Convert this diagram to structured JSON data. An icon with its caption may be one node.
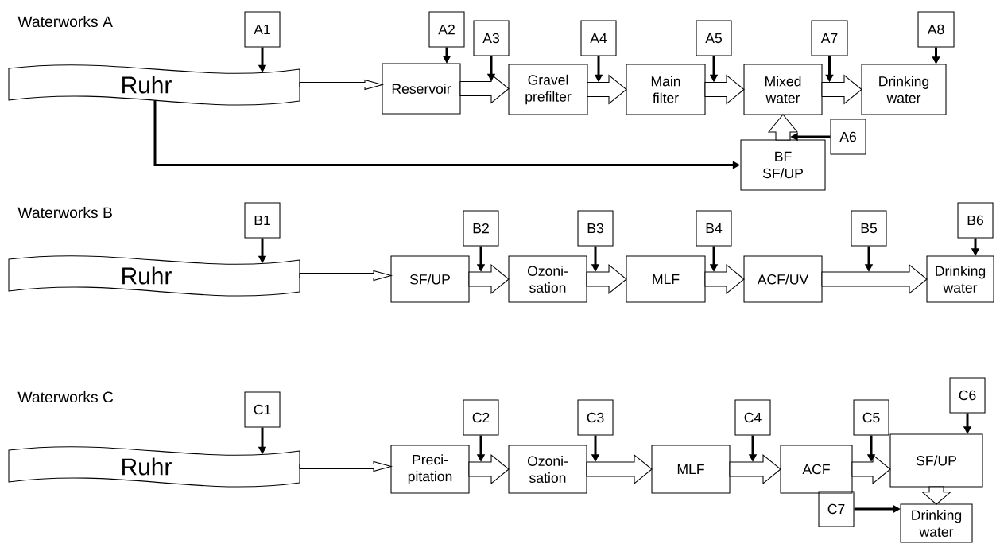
{
  "diagram": {
    "nodes": [
      {
        "text": [
          "Ruhr"
        ]
      },
      {
        "text": [
          "A1"
        ]
      },
      {
        "text": [
          "A2"
        ]
      },
      {
        "text": [
          "Reservoir"
        ]
      },
      {
        "text": [
          "A3"
        ]
      },
      {
        "text": [
          "Gravel prefilter"
        ]
      },
      {
        "text": [
          "A4"
        ]
      },
      {
        "text": [
          "Main filter"
        ]
      },
      {
        "text": [
          "A5"
        ]
      },
      {
        "text": [
          "Mixed water"
        ]
      },
      {
        "text": [
          "A7"
        ]
      },
      {
        "text": [
          "Drinking water"
        ]
      },
      {
        "text": [
          "A8"
        ]
      },
      {
        "text": [
          "A6"
        ]
      },
      {
        "text": [
          "BF SF/UP"
        ]
      },
      {
        "text": [
          "Ruhr"
        ]
      },
      {
        "text": [
          "B1"
        ]
      },
      {
        "text": [
          "SF/UP"
        ]
      },
      {
        "text": [
          "B2"
        ]
      },
      {
        "text": [
          "Ozoni- sation"
        ]
      },
      {
        "text": [
          "B3"
        ]
      },
      {
        "text": [
          "MLF"
        ]
      },
      {
        "text": [
          "B4"
        ]
      },
      {
        "text": [
          "ACF/UV"
        ]
      },
      {
        "text": [
          "B5"
        ]
      },
      {
        "text": [
          "Drinking water"
        ]
      },
      {
        "text": [
          "B6"
        ]
      },
      {
        "text": [
          "Ruhr"
        ]
      },
      {
        "text": [
          "C1"
        ]
      },
      {
        "text": [
          "Preci- pitation"
        ]
      },
      {
        "text": [
          "C2"
        ]
      },
      {
        "text": [
          "Ozoni- sation"
        ]
      },
      {
        "text": [
          "C3"
        ]
      },
      {
        "text": [
          "MLF"
        ]
      },
      {
        "text": [
          "C4"
        ]
      },
      {
        "text": [
          "ACF"
        ]
      },
      {
        "text": [
          "C5"
        ]
      },
      {
        "text": [
          "SF/UP"
        ]
      },
      {
        "text": [
          "C6"
        ]
      },
      {
        "text": [
          "C7"
        ]
      },
      {
        "text": [
          "Drinking water"
        ]
      }
    ],
    "edges": [
      {
        "from": 0,
        "to": 3,
        "arrow": "to"
      },
      {
        "from": 3,
        "to": 5,
        "arrow": "to"
      },
      {
        "from": 5,
        "to": 7,
        "arrow": "to"
      },
      {
        "from": 7,
        "to": 9,
        "arrow": "to"
      },
      {
        "from": 9,
        "to": 11,
        "arrow": "to"
      },
      {
        "from": 14,
        "to": 9,
        "arrow": "to"
      },
      {
        "from": 0,
        "to": 14,
        "arrow": "to"
      },
      {
        "from": 15,
        "to": 17,
        "arrow": "to"
      },
      {
        "from": 17,
        "to": 19,
        "arrow": "to"
      },
      {
        "from": 19,
        "to": 21,
        "arrow": "to"
      },
      {
        "from": 21,
        "to": 23,
        "arrow": "to"
      },
      {
        "from": 23,
        "to": 25,
        "arrow": "to"
      },
      {
        "from": 27,
        "to": 29,
        "arrow": "to"
      },
      {
        "from": 29,
        "to": 31,
        "arrow": "to"
      },
      {
        "from": 31,
        "to": 33,
        "arrow": "to"
      },
      {
        "from": 33,
        "to": 35,
        "arrow": "to"
      },
      {
        "from": 35,
        "to": 37,
        "arrow": "to"
      },
      {
        "from": 37,
        "to": 40,
        "arrow": "to"
      },
      {
        "from": 1,
        "to": 0,
        "arrow": "to"
      },
      {
        "from": 2,
        "to": 3,
        "arrow": "to"
      },
      {
        "from": 4,
        "to": null,
        "arrow": "to"
      },
      {
        "from": 6,
        "to": 5,
        "arrow": "to"
      },
      {
        "from": 8,
        "to": 7,
        "arrow": "to"
      },
      {
        "from": 10,
        "to": 9,
        "arrow": "to"
      },
      {
        "from": 12,
        "to": 11,
        "arrow": "to"
      },
      {
        "from": 13,
        "to": 14,
        "arrow": "to"
      },
      {
        "from": 16,
        "to": 15,
        "arrow": "to"
      },
      {
        "from": 18,
        "to": 17,
        "arrow": "to"
      },
      {
        "from": 20,
        "to": 19,
        "arrow": "to"
      },
      {
        "from": 22,
        "to": 21,
        "arrow": "to"
      },
      {
        "from": 24,
        "to": null,
        "arrow": "to"
      },
      {
        "from": 26,
        "to": 25,
        "arrow": "to"
      },
      {
        "from": 28,
        "to": 27,
        "arrow": "to"
      },
      {
        "from": 30,
        "to": 29,
        "arrow": "to"
      },
      {
        "from": 32,
        "to": 31,
        "arrow": "to"
      },
      {
        "from": 34,
        "to": null,
        "arrow": "to"
      },
      {
        "from": 36,
        "to": null,
        "arrow": "to"
      },
      {
        "from": 38,
        "to": 37,
        "arrow": "to"
      },
      {
        "from": 39,
        "to": 40,
        "arrow": "to"
      }
    ],
    "labels": [
      "Waterworks A",
      "Waterworks B",
      "Waterworks C"
    ]
  }
}
